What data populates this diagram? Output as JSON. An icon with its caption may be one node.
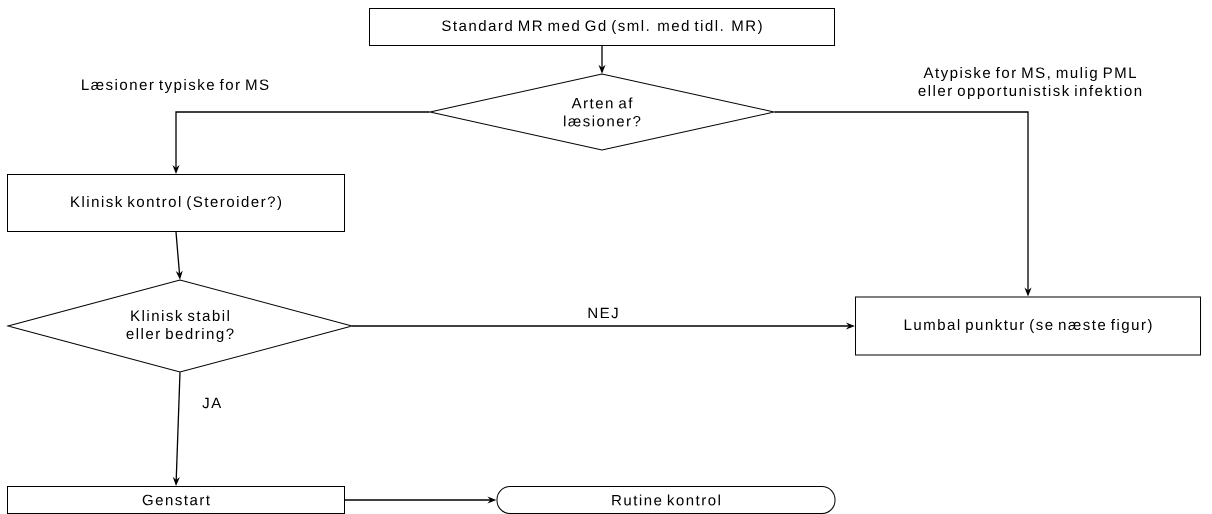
{
  "diagram": {
    "nodes": [
      {
        "text": [
          "Standard MR med Gd (sml. med tidl. MR)"
        ]
      },
      {
        "text": [
          "Arten af læsioner?"
        ]
      },
      {
        "text": [
          "Klinisk kontrol (Steroider?)"
        ]
      },
      {
        "text": [
          "Klinisk stabil eller bedring?"
        ]
      },
      {
        "text": [
          "Lumbal punktur (se næste figur)"
        ]
      },
      {
        "text": [
          "Genstart"
        ]
      },
      {
        "text": [
          "Rutine kontrol"
        ]
      }
    ],
    "edges": [
      {
        "from": 0,
        "to": 1,
        "arrow": "to"
      },
      {
        "from": 1,
        "to": 2,
        "arrow": "to",
        "label": "Læsioner typiske for MS"
      },
      {
        "from": 1,
        "to": 4,
        "arrow": "to",
        "label": "Atypiske for MS, mulig PML eller opportunistisk infektion"
      },
      {
        "from": 2,
        "to": 3,
        "arrow": "to"
      },
      {
        "from": 3,
        "to": 4,
        "arrow": "to",
        "label": "NEJ"
      },
      {
        "from": 3,
        "to": 5,
        "arrow": "to",
        "label": "JA"
      },
      {
        "from": 5,
        "to": 6,
        "arrow": "to"
      }
    ]
  }
}
